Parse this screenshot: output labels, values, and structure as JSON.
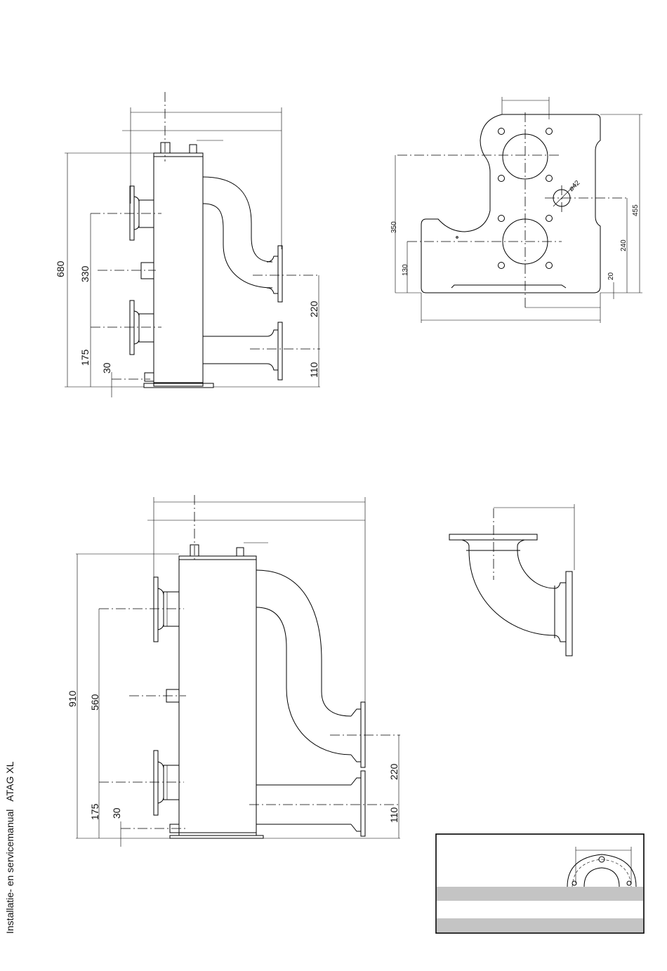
{
  "caption": {
    "manual_title": "Installatie- en servicemanual",
    "model": "ATAG XL"
  },
  "top_front_view": {
    "dimensions": {
      "overall_height": "680",
      "upper_inlet": "330",
      "lower_inlet": "175",
      "bottom_offset": "30",
      "outlet_spacing": "220",
      "lower_outlet": "110"
    }
  },
  "plate_view": {
    "dimensions": {
      "hole_diameter": "ø42",
      "width": "455",
      "height": "350",
      "lower_bore": "130",
      "right_offset": "240",
      "bottom_margin": "20"
    }
  },
  "bottom_front_view": {
    "dimensions": {
      "overall_height": "910",
      "upper_inlet": "560",
      "lower_inlet": "175",
      "bottom_offset": "30",
      "outlet_spacing": "220",
      "lower_outlet": "110"
    }
  },
  "colors": {
    "line": "#000000",
    "band": "#c4c4c4",
    "background": "#ffffff"
  }
}
